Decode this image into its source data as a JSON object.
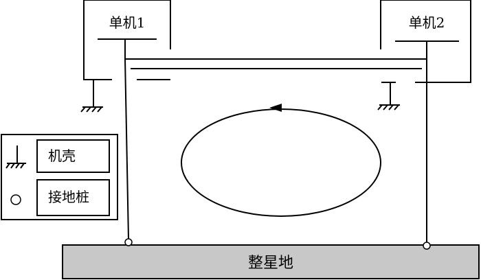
{
  "units": {
    "unit1": {
      "label": "单机1"
    },
    "unit2": {
      "label": "单机2"
    }
  },
  "legend": {
    "chassis_label": "机壳",
    "ground_stake_label": "接地桩"
  },
  "ground_plane": {
    "label": "整星地",
    "fill_color": "#c8c8c8"
  },
  "colors": {
    "stroke": "#000000",
    "background": "#ffffff"
  }
}
